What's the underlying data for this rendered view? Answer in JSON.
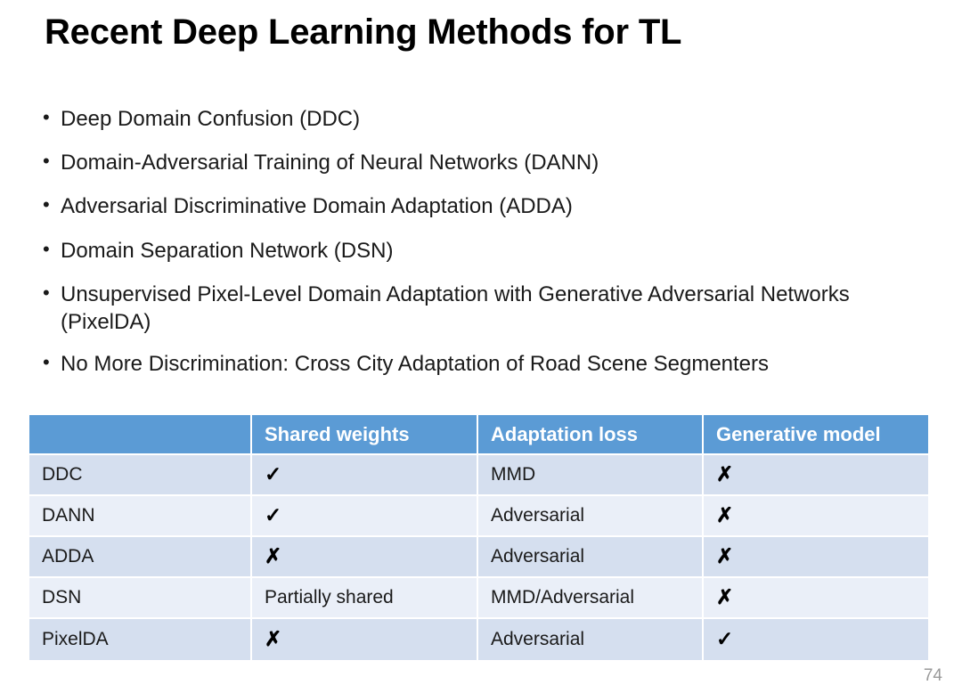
{
  "slide": {
    "title": "Recent Deep Learning Methods for TL",
    "page_number": "74",
    "accent_color": "#5B9BD5",
    "row_color_odd": "#D5DFEF",
    "row_color_even": "#EAEFF8",
    "text_color": "#1a1a1a"
  },
  "bullets": [
    {
      "marker": "•",
      "text": "Deep Domain Confusion (DDC)"
    },
    {
      "marker": "•",
      "text": "Domain-Adversarial Training of Neural Networks (DANN)"
    },
    {
      "marker": "•",
      "text": "Adversarial Discriminative Domain Adaptation (ADDA)"
    },
    {
      "marker": "•",
      "text": "Domain Separation Network (DSN)"
    },
    {
      "marker": "•",
      "text": "Unsupervised Pixel-Level Domain Adaptation with Generative Adversarial Networks (PixelDA)"
    },
    {
      "marker": "•",
      "text": "No More Discrimination: Cross City Adaptation of Road Scene Segmenters"
    }
  ],
  "table": {
    "headers": [
      "",
      "Shared weights",
      "Adaptation loss",
      "Generative model"
    ],
    "rows": [
      {
        "method": "DDC",
        "shared_weights": "✓",
        "adaptation_loss": "MMD",
        "generative_model": "✗"
      },
      {
        "method": "DANN",
        "shared_weights": "✓",
        "adaptation_loss": "Adversarial",
        "generative_model": "✗"
      },
      {
        "method": "ADDA",
        "shared_weights": "✗",
        "adaptation_loss": "Adversarial",
        "generative_model": "✗"
      },
      {
        "method": "DSN",
        "shared_weights": "Partially shared",
        "adaptation_loss": "MMD/Adversarial",
        "generative_model": "✗"
      },
      {
        "method": "PixelDA",
        "shared_weights": "✗",
        "adaptation_loss": "Adversarial",
        "generative_model": "✓"
      }
    ]
  }
}
